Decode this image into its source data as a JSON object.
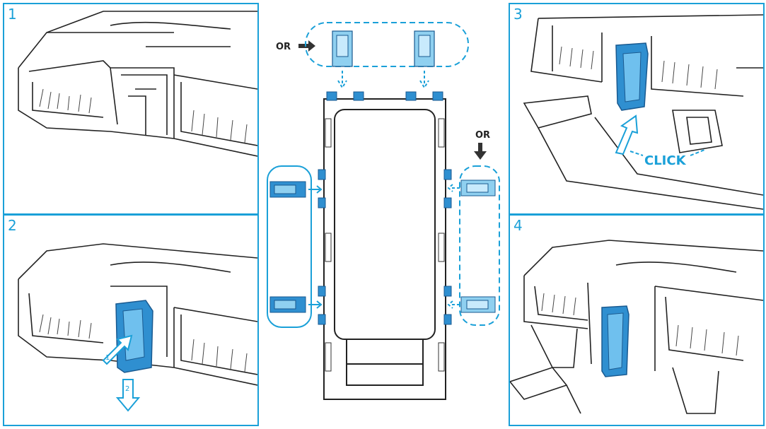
{
  "steps": {
    "s1": "1",
    "s2": "2",
    "s3": "3",
    "s4": "4"
  },
  "labels": {
    "or_top": "OR",
    "or_right": "OR",
    "click": "CLICK",
    "push_step": "1",
    "pull_step": "2"
  },
  "colors": {
    "accent": "#1aa0d8",
    "part": "#2f8fd0",
    "part_light": "#8fd0f0",
    "line": "#222222"
  }
}
